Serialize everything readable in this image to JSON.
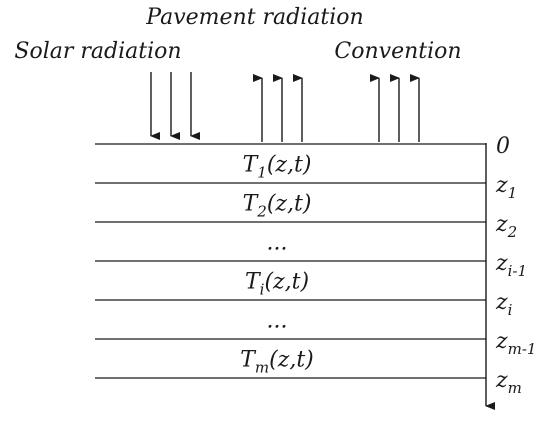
{
  "labels": {
    "solar": "Solar radiation",
    "pavement": "Pavement radiation",
    "convention": "Convention"
  },
  "layers": [
    {
      "base": "T",
      "sub": "1",
      "args": "(z,t)"
    },
    {
      "base": "T",
      "sub": "2",
      "args": "(z,t)"
    },
    {
      "text": "..."
    },
    {
      "base": "T",
      "sub": "i",
      "args": "(z,t)"
    },
    {
      "text": "..."
    },
    {
      "base": "T",
      "sub": "m",
      "args": "(z,t)"
    }
  ],
  "depths": [
    {
      "base": "0",
      "sub": ""
    },
    {
      "base": "z",
      "sub": "1"
    },
    {
      "base": "z",
      "sub": "2"
    },
    {
      "base": "z",
      "sub": "i-1"
    },
    {
      "base": "z",
      "sub": "i"
    },
    {
      "base": "z",
      "sub": "m-1"
    },
    {
      "base": "z",
      "sub": "m"
    }
  ]
}
